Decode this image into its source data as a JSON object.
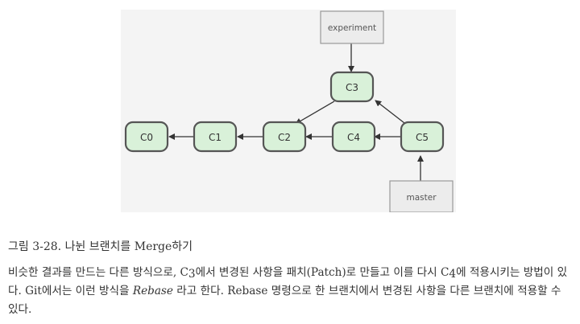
{
  "diagram": {
    "commits": [
      {
        "id": "C0",
        "label": "C0"
      },
      {
        "id": "C1",
        "label": "C1"
      },
      {
        "id": "C2",
        "label": "C2"
      },
      {
        "id": "C3",
        "label": "C3"
      },
      {
        "id": "C4",
        "label": "C4"
      },
      {
        "id": "C5",
        "label": "C5"
      }
    ],
    "edges": [
      {
        "from": "C1",
        "to": "C0"
      },
      {
        "from": "C2",
        "to": "C1"
      },
      {
        "from": "C3",
        "to": "C2"
      },
      {
        "from": "C4",
        "to": "C2"
      },
      {
        "from": "C5",
        "to": "C4"
      },
      {
        "from": "C5",
        "to": "C3"
      }
    ],
    "refs": [
      {
        "id": "experiment",
        "label": "experiment",
        "points_to": "C3"
      },
      {
        "id": "master",
        "label": "master",
        "points_to": "C5"
      }
    ],
    "colors": {
      "commit_fill": "#d9f1d9",
      "commit_stroke": "#555555",
      "ref_fill": "#ececec",
      "ref_stroke": "#999999",
      "arrow": "#333333"
    }
  },
  "caption": "그림 3-28. 나뉜 브랜치를 Merge하기",
  "paragraph": {
    "p1": "비슷한 결과를 만드는 다른 방식으로, C",
    "p2": "3",
    "p3": "에서 변경된 사항을 패치(Patch)로 만들고 이를 다시 C",
    "p4": "4",
    "p5": "에 적용시키는 방법이 있다. Git에서는 이런 방식을 ",
    "p6": "Rebase",
    "p7": " 라고 한다. Rebase 명령으로 한 브랜치에서 변경된 사항을 다른 브랜치에 적용할 수 있다."
  }
}
